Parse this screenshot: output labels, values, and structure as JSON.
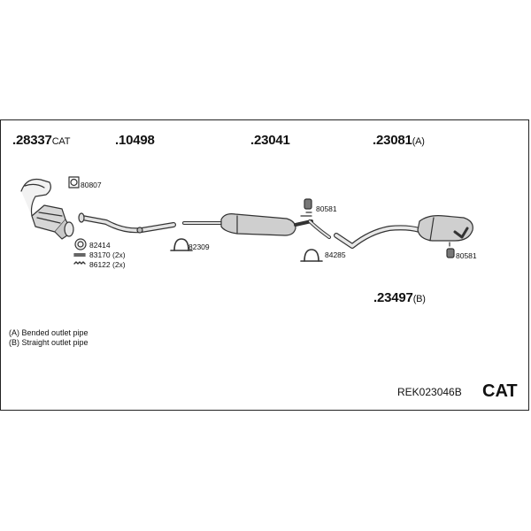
{
  "diagram": {
    "main_parts": [
      {
        "number": ".28337",
        "suffix": "CAT"
      },
      {
        "number": ".10498",
        "suffix": ""
      },
      {
        "number": ".23041",
        "suffix": ""
      },
      {
        "number": ".23081",
        "suffix": "(A)"
      },
      {
        "number": ".23497",
        "suffix": "(B)"
      }
    ],
    "accessories": {
      "a80807": "80807",
      "a82414": "82414",
      "a83170": "83170 (2x)",
      "a86122": "86122 (2x)",
      "a82309": "82309",
      "a80581_top": "80581",
      "a84285": "84285",
      "a80581_right": "80581"
    },
    "notes": [
      "(A) Bended outlet pipe",
      "(B) Straight outlet pipe"
    ],
    "kit_code": "REK023046B",
    "kit_type": "CAT"
  }
}
